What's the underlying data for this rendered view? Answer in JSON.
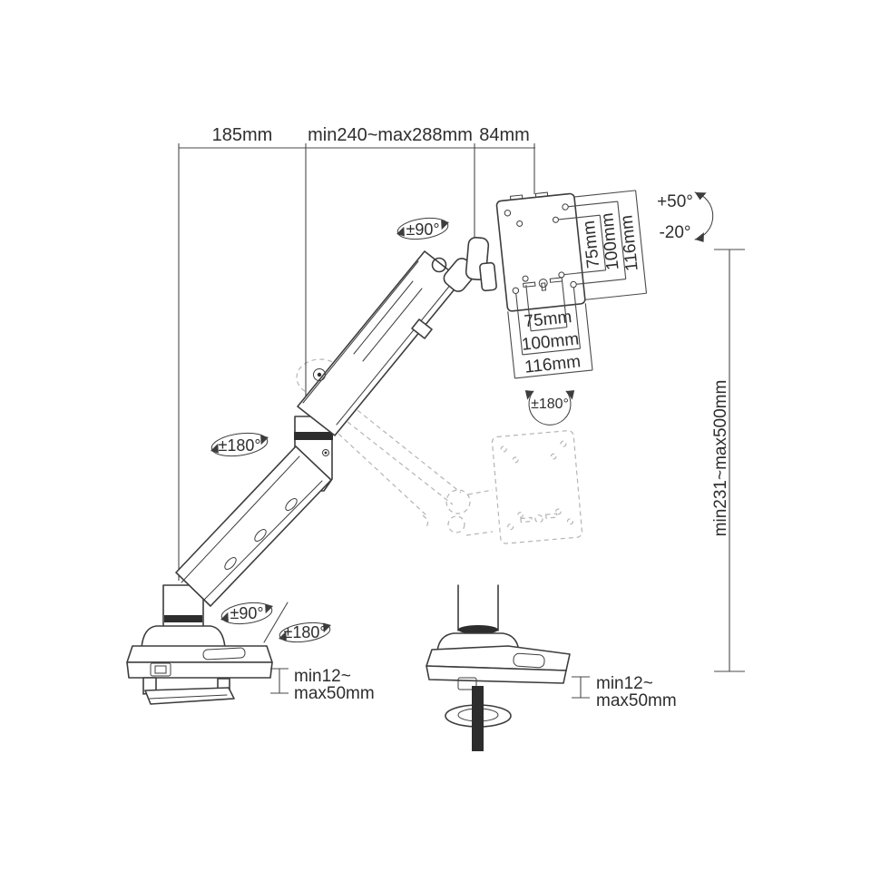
{
  "diagram": {
    "title": "monitor-arm-dimension-diagram",
    "colors": {
      "background": "#ffffff",
      "line": "#3d3d3d",
      "dimension_line": "#4a4a4a",
      "ghost_line": "#b4b4b4",
      "dark_fill": "#2d2d2d",
      "text": "#2e2e2e"
    },
    "dims_top": {
      "base_to_elbow": "185mm",
      "elbow_to_head": "min240~max288mm",
      "head_to_plate": "84mm"
    },
    "height_range": "min231~max500mm",
    "tilt": {
      "up": "+50°",
      "down": "-20°"
    },
    "rotation": {
      "head_swivel": "±90°",
      "plate_rotate": "±180°",
      "elbow_rotate": "±180°",
      "base_swivel": "±90°",
      "base_rotate": "±180°"
    },
    "vesa_bottom": {
      "v75": "75mm",
      "v100": "100mm",
      "v116": "116mm"
    },
    "vesa_right": {
      "v75": "75mm",
      "v100": "100mm",
      "v116": "116mm"
    },
    "clamp_left": {
      "line1": "min12~",
      "line2": "max50mm"
    },
    "clamp_right": {
      "line1": "min12~",
      "line2": "max50mm"
    }
  }
}
